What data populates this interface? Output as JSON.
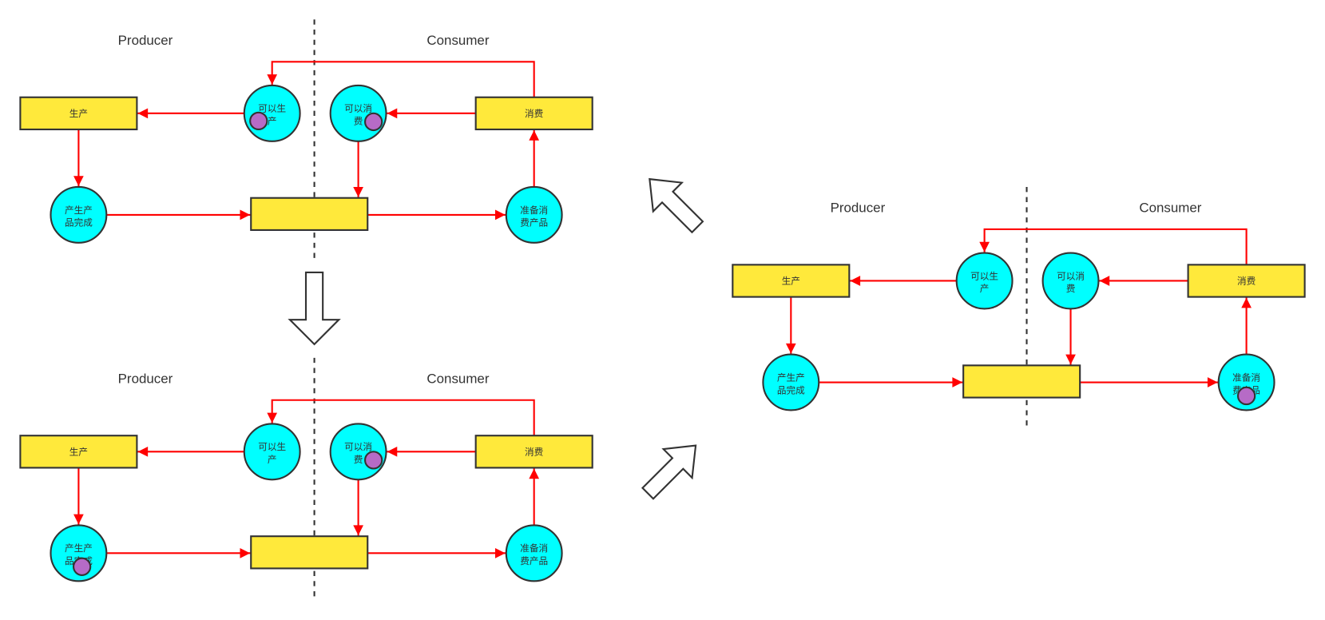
{
  "title": "Producer / Consumer state transitions",
  "colors": {
    "transition_box": "#FFE93B",
    "state_circle": "#00FFFF",
    "token": "#B66BC6",
    "edge": "#FF0000",
    "stroke": "#333333"
  },
  "lanes": {
    "producer": "Producer",
    "consumer": "Consumer"
  },
  "nodes": {
    "produce": "生产",
    "can_produce": [
      "可以生",
      "产"
    ],
    "produced": [
      "产生产",
      "品完成"
    ],
    "buffer": "",
    "can_consume": [
      "可以消",
      "费"
    ],
    "consume": "消费",
    "ready_consume": [
      "准备消",
      "费产品"
    ]
  },
  "edges": [
    {
      "from": "can_produce",
      "to": "produce"
    },
    {
      "from": "produce",
      "to": "produced"
    },
    {
      "from": "produced",
      "to": "buffer"
    },
    {
      "from": "can_consume",
      "to": "buffer"
    },
    {
      "from": "buffer",
      "to": "ready_consume"
    },
    {
      "from": "ready_consume",
      "to": "consume"
    },
    {
      "from": "consume",
      "to": "can_consume"
    },
    {
      "from": "consume",
      "to": "can_produce"
    }
  ],
  "diagrams": [
    {
      "id": "state-1",
      "position": "top-left",
      "tokens": [
        "can_produce",
        "can_consume"
      ]
    },
    {
      "id": "state-2",
      "position": "bottom-left",
      "tokens": [
        "produced",
        "can_consume"
      ]
    },
    {
      "id": "state-3",
      "position": "right",
      "tokens": [
        "ready_consume"
      ]
    }
  ],
  "transitions": [
    {
      "from": "state-1",
      "to": "state-2",
      "direction": "down"
    },
    {
      "from": "state-2",
      "to": "state-3",
      "direction": "up-right"
    },
    {
      "from": "state-3",
      "to": "state-1",
      "direction": "up-left"
    }
  ]
}
